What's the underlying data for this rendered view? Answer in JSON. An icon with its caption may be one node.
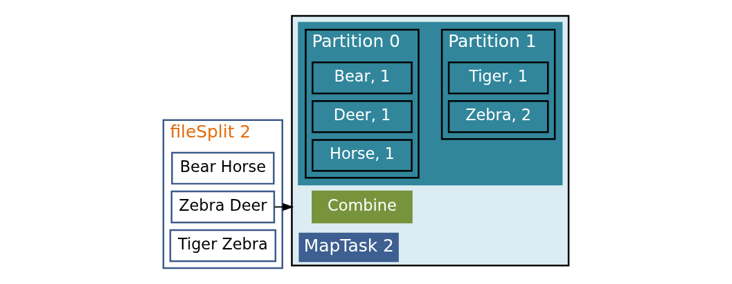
{
  "diagram": {
    "nodes": [
      {
        "text": [
          "fileSplit 2"
        ]
      },
      {
        "text": [
          "Bear Horse"
        ],
        "in": 0
      },
      {
        "text": [
          "Zebra Deer"
        ],
        "in": 0
      },
      {
        "text": [
          "Tiger Zebra"
        ],
        "in": 0
      },
      {
        "text": [
          "MapTask 2"
        ]
      },
      {
        "text": [
          "Combine"
        ],
        "in": 4
      },
      {
        "text": [],
        "shape": "box",
        "in": 4
      },
      {
        "text": [
          "Partition 0"
        ],
        "in": 6
      },
      {
        "text": [
          "Bear, 1"
        ],
        "in": 7
      },
      {
        "text": [
          "Deer, 1"
        ],
        "in": 7
      },
      {
        "text": [
          "Horse, 1"
        ],
        "in": 7
      },
      {
        "text": [
          "Partition 1"
        ],
        "in": 6
      },
      {
        "text": [
          "Tiger, 1"
        ],
        "in": 11
      },
      {
        "text": [
          "Zebra, 2"
        ],
        "in": 11
      }
    ],
    "edges": [
      {
        "from": 2,
        "to": 4,
        "arrow": "to"
      }
    ]
  }
}
